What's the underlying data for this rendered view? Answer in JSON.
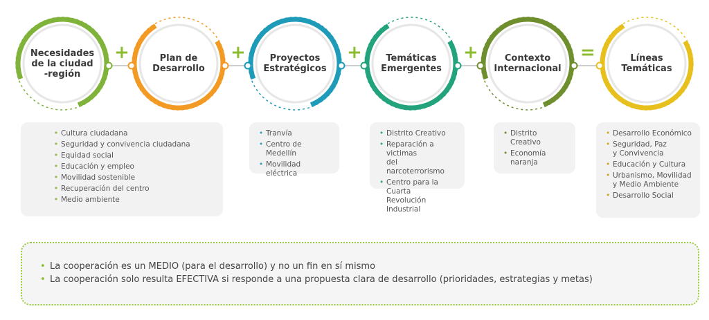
{
  "nodes": [
    {
      "title": "Necesidades\nde la ciudad\n-región",
      "color": "#7fb33a",
      "bullet_color": "#86b83c",
      "items": [
        "Cultura ciudadana",
        "Seguridad y convivencia ciudadana",
        "Equidad social",
        "Educación y empleo",
        "Movilidad sostenible",
        "Recuperación del centro",
        "Medio ambiente"
      ]
    },
    {
      "title": "Plan de\nDesarrollo",
      "color": "#f29a24",
      "bullet_color": "#2aa0b7",
      "items": [
        "Tranvía",
        "Centro de Medellín",
        "Movilidad eléctrica"
      ]
    },
    {
      "title": "Proyectos\nEstratégicos",
      "color": "#1e9bb8",
      "bullet_color": "#2aa0b7",
      "items": []
    },
    {
      "title": "Temáticas\nEmergentes",
      "color": "#22a37c",
      "bullet_color": "#2aa37c",
      "items": [
        "Distrito Creativo",
        "Reparación a victimas\ndel narcoterrorismo",
        "Centro para la Cuarta\nRevolución Industrial"
      ]
    },
    {
      "title": "Contexto\nInternacional",
      "color": "#6f8f2e",
      "bullet_color": "#6f8f2e",
      "items": [
        "Distrito Creativo",
        "Economía naranja"
      ]
    },
    {
      "title": "Líneas\nTemáticas",
      "color": "#e7c01e",
      "bullet_color": "#c8a817",
      "items": [
        "Desarrollo Económico",
        "Seguridad, Paz\ny Convivencia",
        "Educación y Cultura",
        "Urbanismo, Movilidad\ny Medio Ambiente",
        "Desarrollo Social"
      ]
    }
  ],
  "operators": [
    "+",
    "+",
    "+",
    "+",
    "="
  ],
  "operator_colors": [
    "#8cbd2f",
    "#8cbd2f",
    "#8cbd2f",
    "#8cbd2f",
    "#8cbd2f"
  ],
  "notes": [
    "La cooperación es un MEDIO (para el desarrollo) y no un fin en sí mismo",
    "La cooperación solo resulta EFECTIVA si responde a una propuesta clara de desarrollo (prioridades, estrategias y metas)"
  ]
}
